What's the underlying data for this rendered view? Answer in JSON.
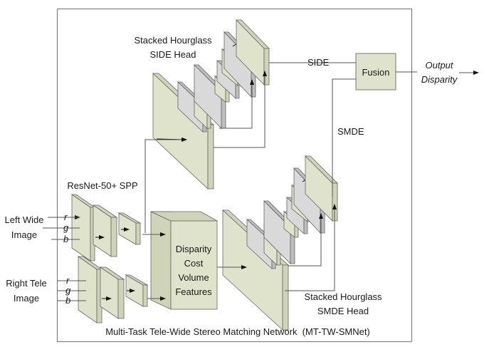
{
  "diagram": {
    "title": "Multi-Task Tele-Wide Stereo Matching Network  (MT-TW-SMNet)",
    "inputs": {
      "left": {
        "line1": "Left Wide",
        "line2": "Image",
        "channels": [
          "r",
          "g",
          "b"
        ]
      },
      "right": {
        "line1": "Right Tele",
        "line2": "Image",
        "channels": [
          "r",
          "g",
          "b"
        ]
      }
    },
    "backbone_label": "ResNet-50+ SPP",
    "cost_volume": {
      "lines": [
        "Disparity",
        "Cost",
        "Volume",
        "Features"
      ]
    },
    "side_head": {
      "line1": "Stacked Hourglass",
      "line2": "SIDE Head"
    },
    "smde_head": {
      "line1": "Stacked Hourglass",
      "line2": "SMDE Head"
    },
    "side_label": "SIDE",
    "smde_label": "SMDE",
    "fusion_label": "Fusion",
    "output": {
      "line1": "Output",
      "line2": "Disparity"
    },
    "colors": {
      "layer_green": "#dfe3cc",
      "layer_gray": "#d9d9d9",
      "frame": "#808080"
    }
  }
}
